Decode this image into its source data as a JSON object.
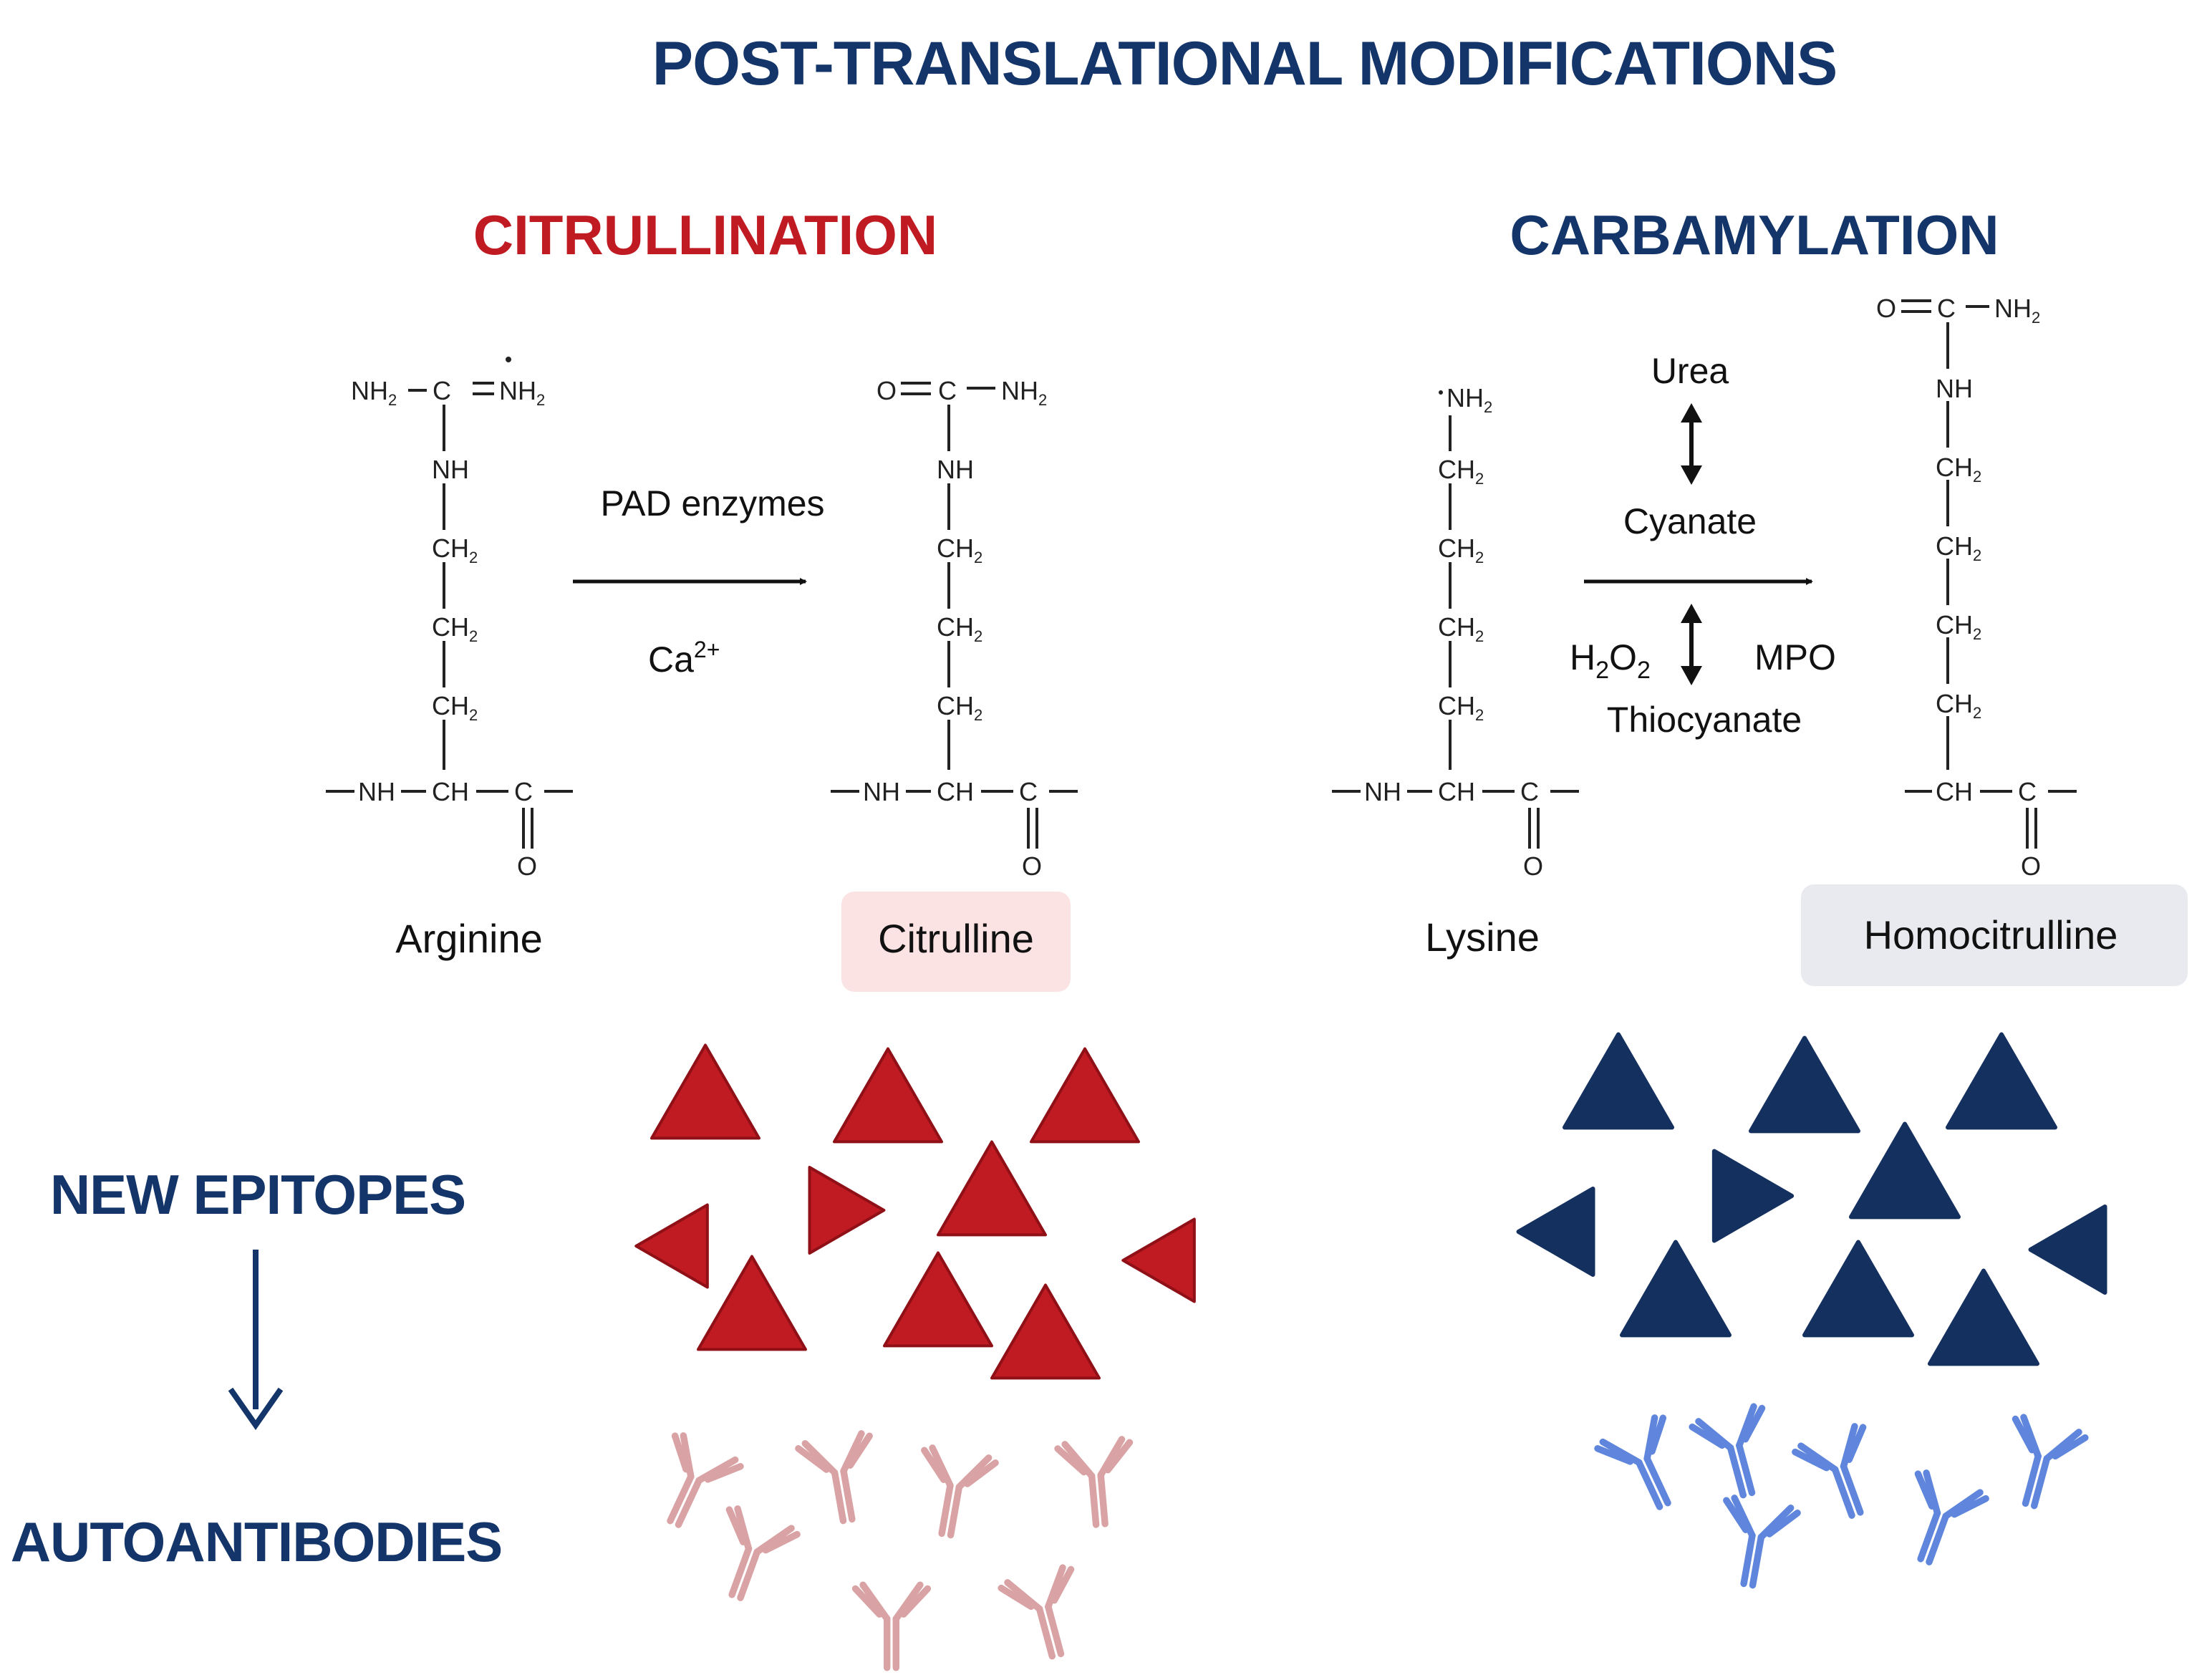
{
  "title": "POST-TRANSLATIONAL MODIFICATIONS",
  "colors": {
    "navy": "#143569",
    "red": "#c01a22",
    "dark_red": "#b3151d",
    "pink_antibody": "#d9a2a4",
    "blue_antibody": "#5f86dc",
    "dark_blue": "#14305e",
    "citrulline_bg": "#fbe3e3",
    "homocitrulline_bg": "#e8eaef"
  },
  "citrullination": {
    "heading": "CITRULLINATION",
    "enzyme": "PAD enzymes",
    "cofactor": "Ca",
    "cofactor_sup": "2+",
    "substrate": "Arginine",
    "product": "Citrulline"
  },
  "carbamylation": {
    "heading": "CARBAMYLATION",
    "urea": "Urea",
    "cyanate": "Cyanate",
    "h2o2_h": "H",
    "h2o2_sub1": "2",
    "h2o2_o": "O",
    "h2o2_sub2": "2",
    "mpo": "MPO",
    "thiocyanate": "Thiocyanate",
    "substrate": "Lysine",
    "product": "Homocitrulline"
  },
  "chem": {
    "nh2": "NH",
    "sub2": "2",
    "c": "C",
    "nh": "NH",
    "ch2": "CH",
    "ch": "CH",
    "o": "O",
    "nh_backbone": "NH"
  },
  "left_panel": {
    "new_epitopes": "NEW EPITOPES",
    "autoantibodies": "AUTOANTIBODIES"
  },
  "icons": {
    "epitope": "triangle-icon",
    "antibody": "antibody-icon",
    "arrow": "arrow-icon"
  }
}
